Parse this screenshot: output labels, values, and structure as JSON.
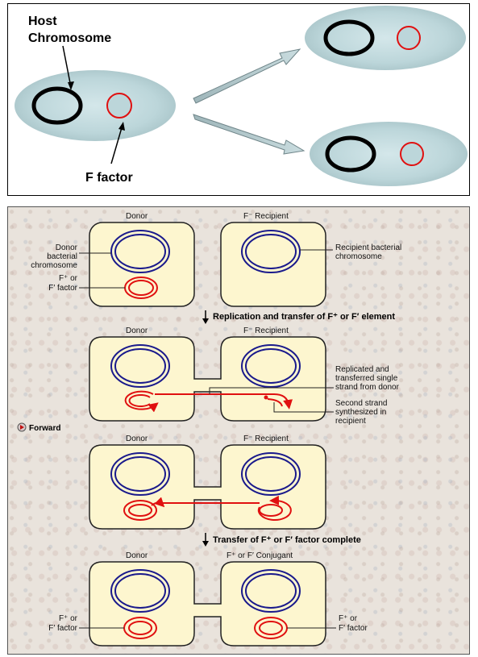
{
  "top_panel": {
    "host_chromosome_label": [
      "Host",
      "Chromosome"
    ],
    "f_factor_label": "F factor"
  },
  "bottom_panel": {
    "stage1": {
      "donor_header": "Donor",
      "recipient_header": "F⁻ Recipient",
      "donor_chromosome_label": [
        "Donor",
        "bacterial",
        "chromosome"
      ],
      "f_factor_label": [
        "F⁺ or",
        "F′ factor"
      ],
      "recipient_chromosome_label": [
        "Recipient bacterial",
        "chromosome"
      ]
    },
    "step1_caption": "Replication and transfer of F⁺ or F′ element",
    "stage2": {
      "donor_header": "Donor",
      "recipient_header": "F⁻ Recipient",
      "transferred_label": [
        "Replicated and",
        "transferred single",
        "strand from donor"
      ],
      "second_strand_label": [
        "Second strand",
        "synthesized in",
        "recipient"
      ]
    },
    "forward_button": "Forward",
    "stage3": {
      "donor_header": "Donor",
      "recipient_header": "F⁻ Recipient"
    },
    "step2_caption": "Transfer of F⁺ or F′ factor complete",
    "stage4": {
      "donor_header": "Donor",
      "conjugant_header": "F⁺ or F′ Conjugant",
      "left_factor_label": [
        "F⁺ or",
        "F′ factor"
      ],
      "right_factor_label": [
        "F⁺ or",
        "F′ factor"
      ]
    }
  },
  "colors": {
    "cell_fill": "#c4dde0",
    "chromosome_stroke": "#000000",
    "plasmid_stroke": "#e01010",
    "conj_cell_fill": "#fdf6cf",
    "conj_chromosome": "#1a1a8c",
    "conj_plasmid": "#e01010"
  }
}
